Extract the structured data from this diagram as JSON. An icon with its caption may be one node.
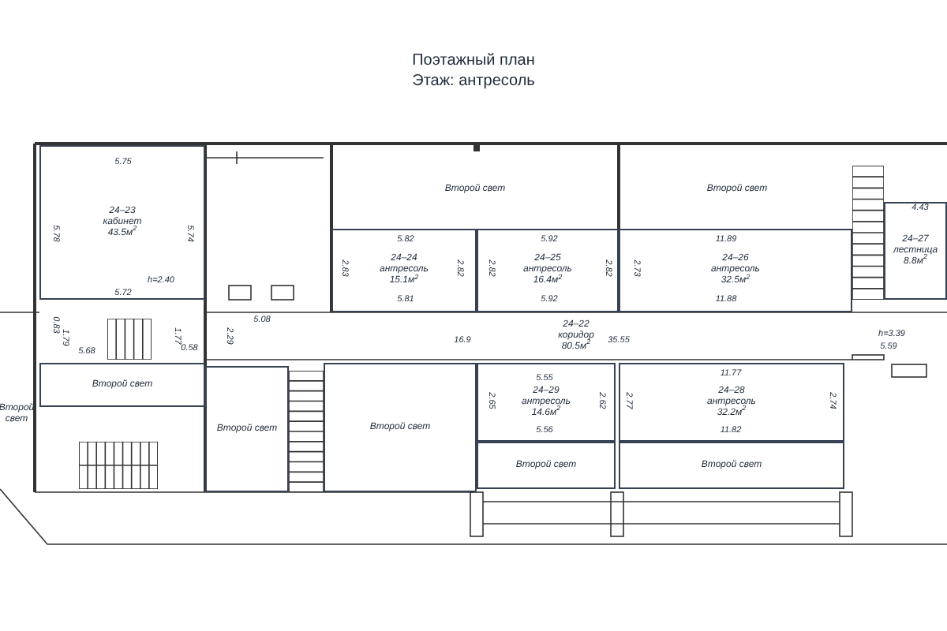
{
  "diagram": {
    "title": "Поэтажный план Этаж: антресоль",
    "nodes": [
      {
        "text": [
          "24–23",
          "кабинет",
          "43.5м$^{2}$"
        ]
      },
      {
        "text": [
          "Второй свет"
        ]
      },
      {
        "text": [
          "Второй свет"
        ]
      },
      {
        "text": [
          "24–24",
          "антресоль",
          "15.1м$^{2}$"
        ]
      },
      {
        "text": [
          "24–25",
          "антресоль",
          "16.4м$^{2}$"
        ]
      },
      {
        "text": [
          "24–26",
          "антресоль",
          "32.5м$^{2}$"
        ]
      },
      {
        "text": [
          "24–27",
          "лестница",
          "8.8м$^{2}$"
        ]
      },
      {
        "text": [
          "24–22",
          "коридор",
          "80.5м$^{2}$"
        ]
      },
      {
        "text": [
          "Второй свет"
        ]
      },
      {
        "text": [
          "Второй свет"
        ]
      },
      {
        "text": [
          "Второй свет"
        ]
      },
      {
        "text": [
          "Второй свет"
        ]
      },
      {
        "text": [
          "24–29",
          "антресоль",
          "14.6м$^{2}$"
        ]
      },
      {
        "text": [
          "24–28",
          "антресоль",
          "32.2м$^{2}$"
        ]
      },
      {
        "text": [
          "Второй свет"
        ]
      },
      {
        "text": [
          "Второй свет"
        ]
      }
    ],
    "labels": [
      "5.75",
      "5.78",
      "5.74",
      "h=2.40",
      "5.72",
      "0.83",
      "1.79",
      "5.68",
      "1.77",
      "0.58",
      "2.29",
      "5.08",
      "5.82",
      "2.83",
      "2.82",
      "5.81",
      "5.92",
      "2.82",
      "2.82",
      "5.92",
      "11.89",
      "2.73",
      "11.88",
      "4.43",
      "h=3.39",
      "5.59",
      "16.9",
      "35.55",
      "5.55",
      "2.65",
      "2.62",
      "5.56",
      "11.77",
      "2.77",
      "2.74",
      "11.82"
    ]
  }
}
